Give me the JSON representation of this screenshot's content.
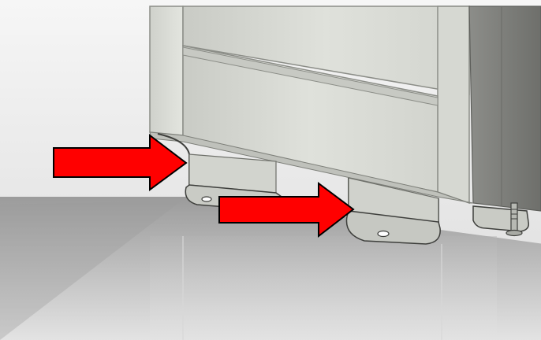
{
  "scene": {
    "description_label": "",
    "colors": {
      "background_top": "#f4f4f4",
      "background_bottom": "#e2e2e2",
      "floor_shadow": "#9a9a9a",
      "cabinet_front": "#dadcd6",
      "cabinet_side": "#7f807c",
      "cabinet_edge": "#8b8d87",
      "bracket_metal": "#cfd0cb",
      "arrow_fill": "#ff0000",
      "arrow_stroke": "#000000"
    },
    "callouts": [
      {
        "name": "left-bracket-arrow",
        "icon": "arrow-right-icon"
      },
      {
        "name": "right-bracket-arrow",
        "icon": "arrow-right-icon"
      }
    ],
    "components": [
      "cabinet-body",
      "kick-panel",
      "left-foot-bracket",
      "right-foot-bracket",
      "leveling-foot"
    ]
  }
}
